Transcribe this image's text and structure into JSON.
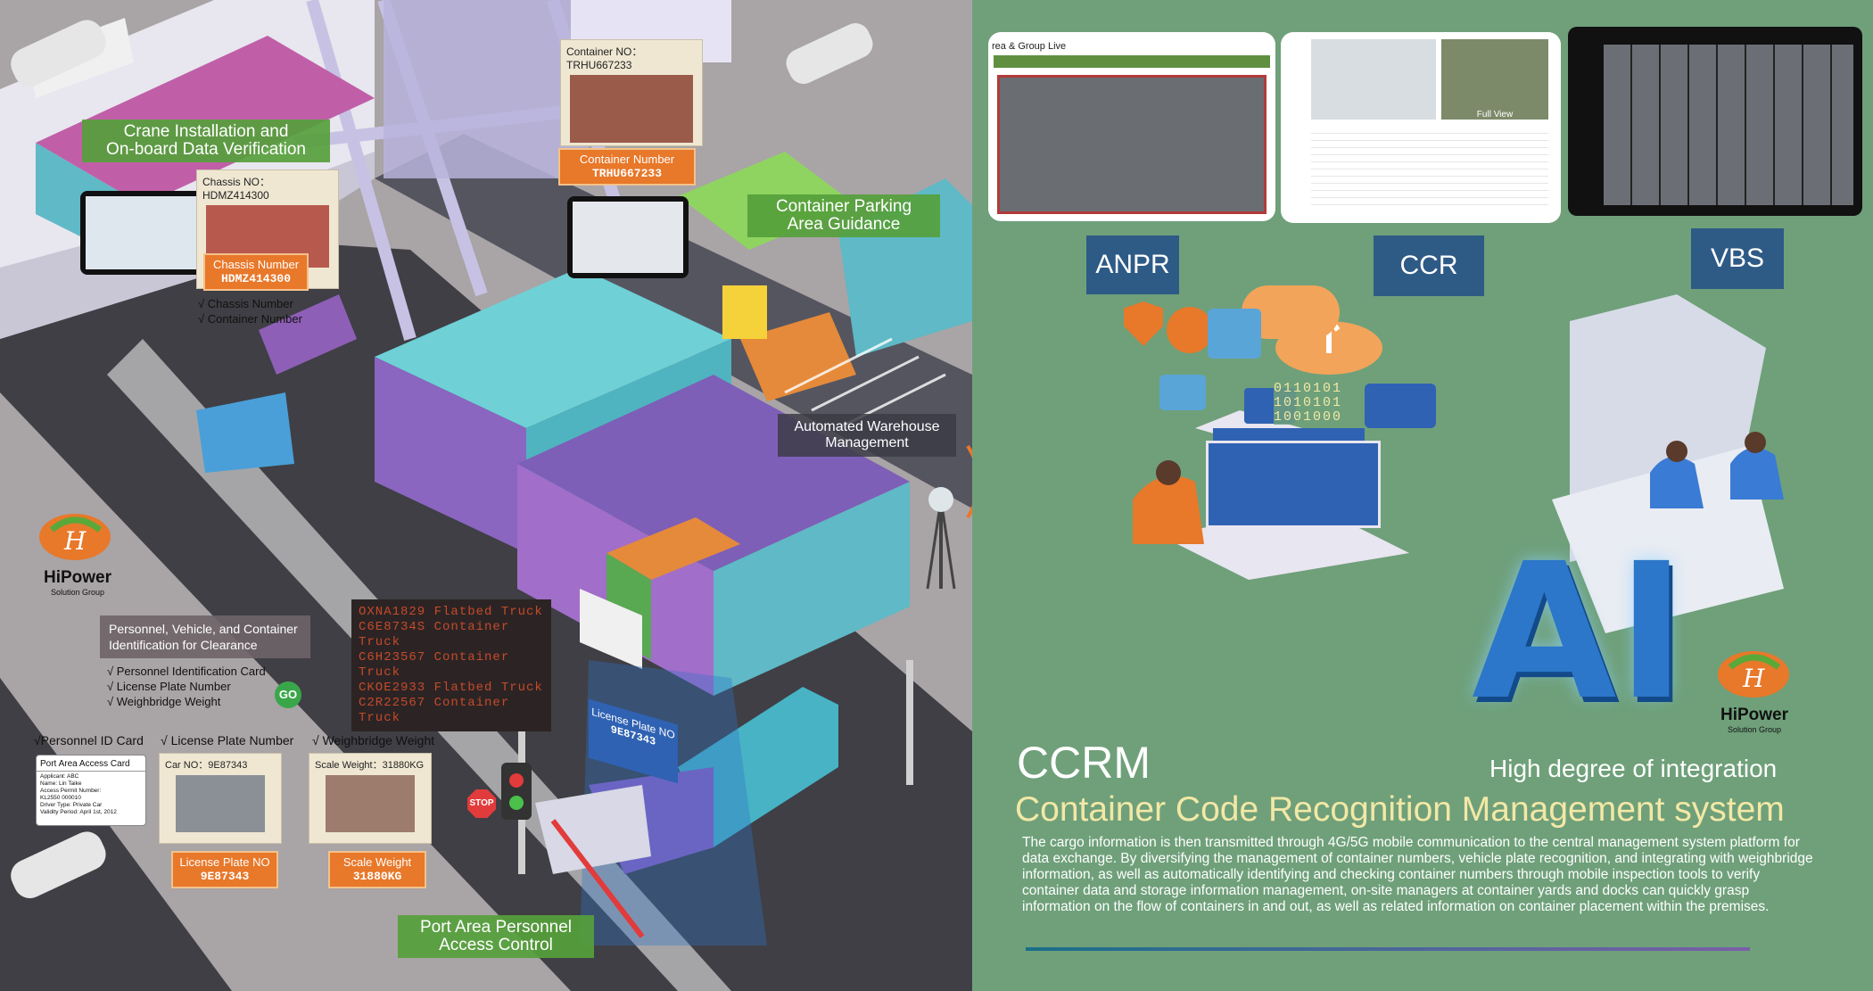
{
  "left": {
    "crane_label": "Crane Installation and\nOn-board Data Verification",
    "chassis_card": {
      "title": "Chassis NO：HDMZ414300",
      "tag_label": "Chassis Number",
      "tag_value": "HDMZ414300"
    },
    "chassis_checks": [
      "√ Chassis Number",
      "√ Container Number"
    ],
    "container_card": {
      "title": "Container NO：TRHU667233",
      "tag_label": "Container  Number",
      "tag_value": "TRHU667233"
    },
    "parking_label": "Container Parking\nArea Guidance",
    "warehouse_label": "Automated Warehouse\nManagement",
    "logo": {
      "brand": "HiPower",
      "sub": "Solution Group"
    },
    "clearance_label": "Personnel, Vehicle, and Container\nIdentification for Clearance",
    "clearance_checks": [
      "√ Personnel Identification Card",
      "√ License Plate Number",
      "√ Weighbridge Weight"
    ],
    "go_badge": "GO",
    "led_lines": [
      "OXNA1829 Flatbed Truck",
      "C6E8734S Container Truck",
      "C6H23567 Container Truck",
      "CKOE2933 Flatbed Truck",
      "C2R22567 Container Truck"
    ],
    "id_card": {
      "header": "√Personnel ID Card",
      "title": "Port Area Access Card",
      "lines": [
        "Applicant: ABC",
        "Name: Lin Taike",
        "Access Permit Number:",
        "KL2550 000010",
        "Driver Type: Private Car",
        "Validity Period: April 1st, 2012"
      ]
    },
    "plate_card": {
      "header": "√ License Plate Number",
      "title": "Car NO：9E87343",
      "tag_label": "License Plate NO",
      "tag_value": "9E87343"
    },
    "weight_card": {
      "header": "√ Weighbridge Weight",
      "title": "Scale Weight：31880KG",
      "tag_label": "Scale Weight",
      "tag_value": "31880KG"
    },
    "truck_sign": {
      "title": "License Plate NO",
      "value": "9E87343"
    },
    "stop_sign": "STOP",
    "access_label": "Port Area Personnel\nAccess Control"
  },
  "right": {
    "screens": [
      {
        "name": "ANPR",
        "caption": "rea & Group Live"
      },
      {
        "name": "CCR",
        "caption": "Full View"
      },
      {
        "name": "VBS",
        "caption": ""
      }
    ],
    "binary": [
      "0110101",
      "1010101",
      "1001000"
    ],
    "ai_text": "AI",
    "logo": {
      "brand": "HiPower",
      "sub": "Solution Group"
    },
    "acronym": "CCRM",
    "tagline": "High degree of integration",
    "system_title": "Container Code Recognition Management system",
    "description": "The cargo information is then transmitted through 4G/5G mobile communication to the central management system platform for data exchange. By diversifying the management of container numbers, vehicle plate recognition, and integrating with weighbridge information, as well as automatically identifying and checking container numbers through mobile inspection tools to verify container data and storage information management, on-site managers at container yards and docks can quickly grasp information on the flow of containers in and out, as well as related information on container placement within the premises."
  },
  "colors": {
    "panel_green": "#6fa07a",
    "tab_blue": "#2e5a86",
    "accent_orange": "#e8782a",
    "label_green": "#56a03c",
    "title_yellow": "#f3e8a6"
  }
}
